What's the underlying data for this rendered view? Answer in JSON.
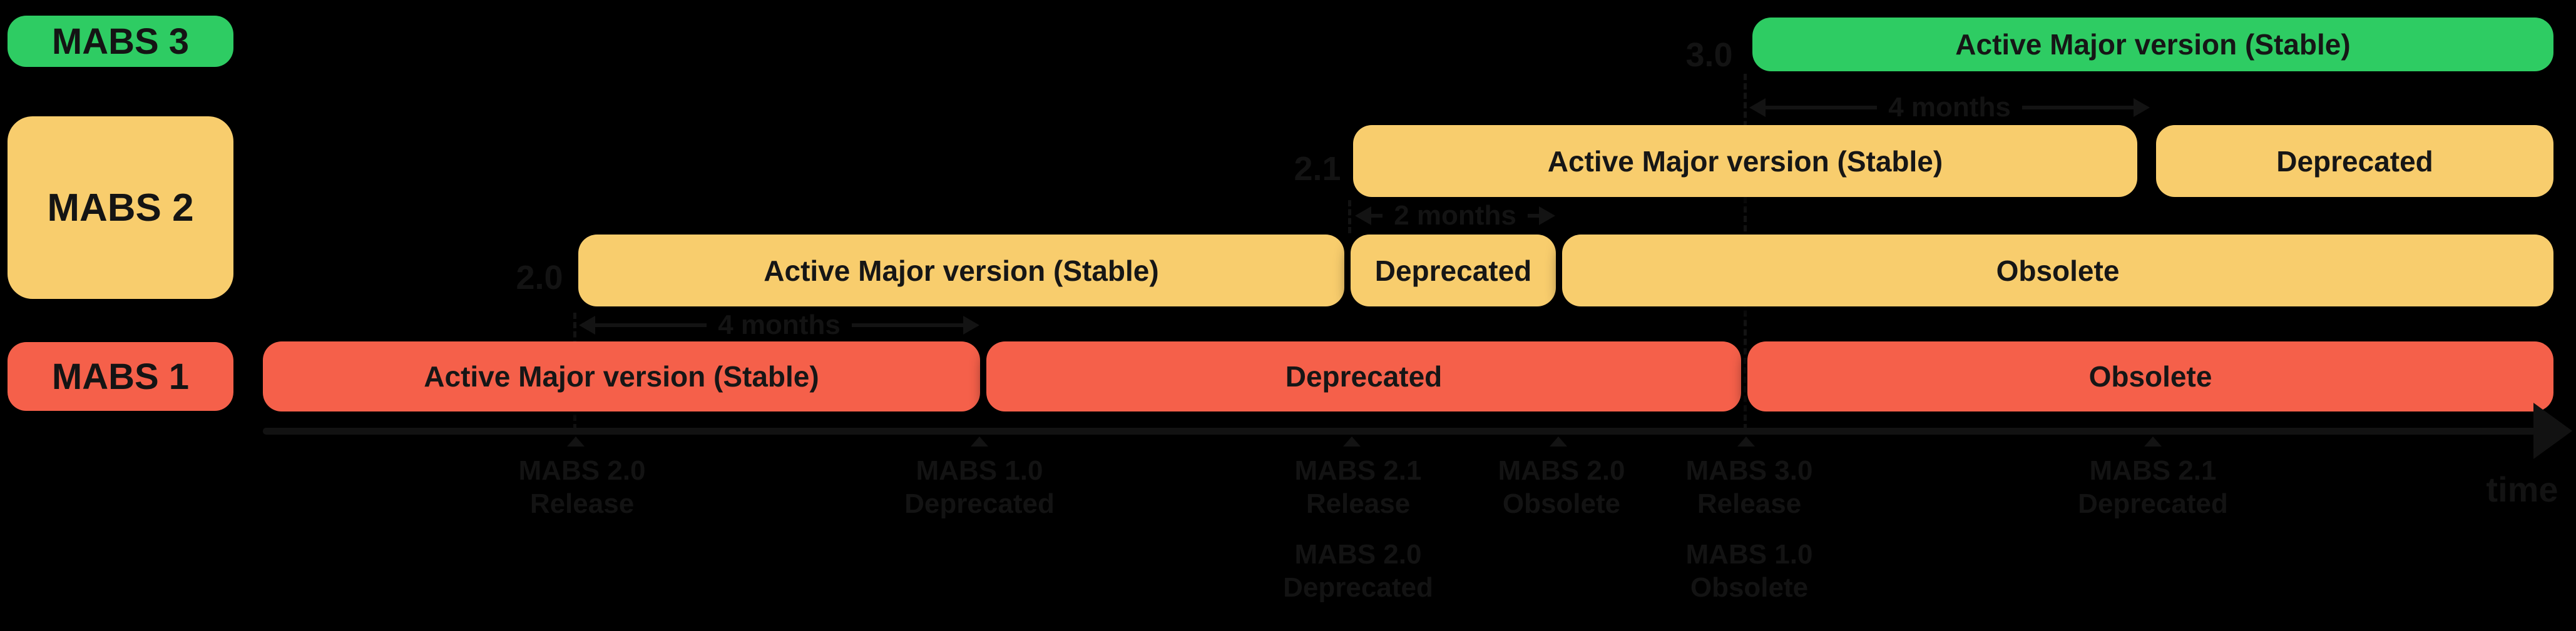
{
  "title": "MABS versions lifecycle",
  "colors": {
    "background": "#000000",
    "green": "#2ecc63",
    "yellow": "#f8cd6d",
    "red": "#f5604a",
    "bar_text": "#161616",
    "annotation_ink": "#131313"
  },
  "legend": {
    "mabs3": "MABS 3",
    "mabs2": "MABS 2",
    "mabs1": "MABS 1"
  },
  "rows": [
    {
      "id": "mabs3",
      "segments": [
        {
          "label": "Active Major version (Stable)",
          "state": "active"
        }
      ]
    },
    {
      "id": "mabs2-v2.1",
      "segments": [
        {
          "label": "Active Major version (Stable)",
          "state": "active"
        },
        {
          "label": "Deprecated",
          "state": "deprecated"
        }
      ]
    },
    {
      "id": "mabs2-v2.0",
      "segments": [
        {
          "label": "Active Major version (Stable)",
          "state": "active"
        },
        {
          "label": "Deprecated",
          "state": "deprecated"
        },
        {
          "label": "Obsolete",
          "state": "obsolete"
        }
      ]
    },
    {
      "id": "mabs1",
      "segments": [
        {
          "label": "Active Major version (Stable)",
          "state": "active"
        },
        {
          "label": "Deprecated",
          "state": "deprecated"
        },
        {
          "label": "Obsolete",
          "state": "obsolete"
        }
      ]
    }
  ],
  "version_tags": [
    {
      "text": "3.0"
    },
    {
      "text": "2.1"
    },
    {
      "text": "2.0"
    }
  ],
  "duration_labels": [
    {
      "text": "4 months"
    },
    {
      "text": "2 months"
    },
    {
      "text": "4 months"
    }
  ],
  "axis": {
    "label": "time"
  },
  "events": [
    {
      "primary": [
        "MABS 2.0",
        "Release"
      ]
    },
    {
      "primary": [
        "MABS 1.0",
        "Deprecated"
      ]
    },
    {
      "primary": [
        "MABS 2.1",
        "Release"
      ],
      "secondary": [
        "MABS 2.0",
        "Deprecated"
      ]
    },
    {
      "primary": [
        "MABS 2.0",
        "Obsolete"
      ]
    },
    {
      "primary": [
        "MABS 3.0",
        "Release"
      ],
      "secondary": [
        "MABS 1.0",
        "Obsolete"
      ]
    },
    {
      "primary": [
        "MABS 2.1",
        "Deprecated"
      ]
    }
  ]
}
